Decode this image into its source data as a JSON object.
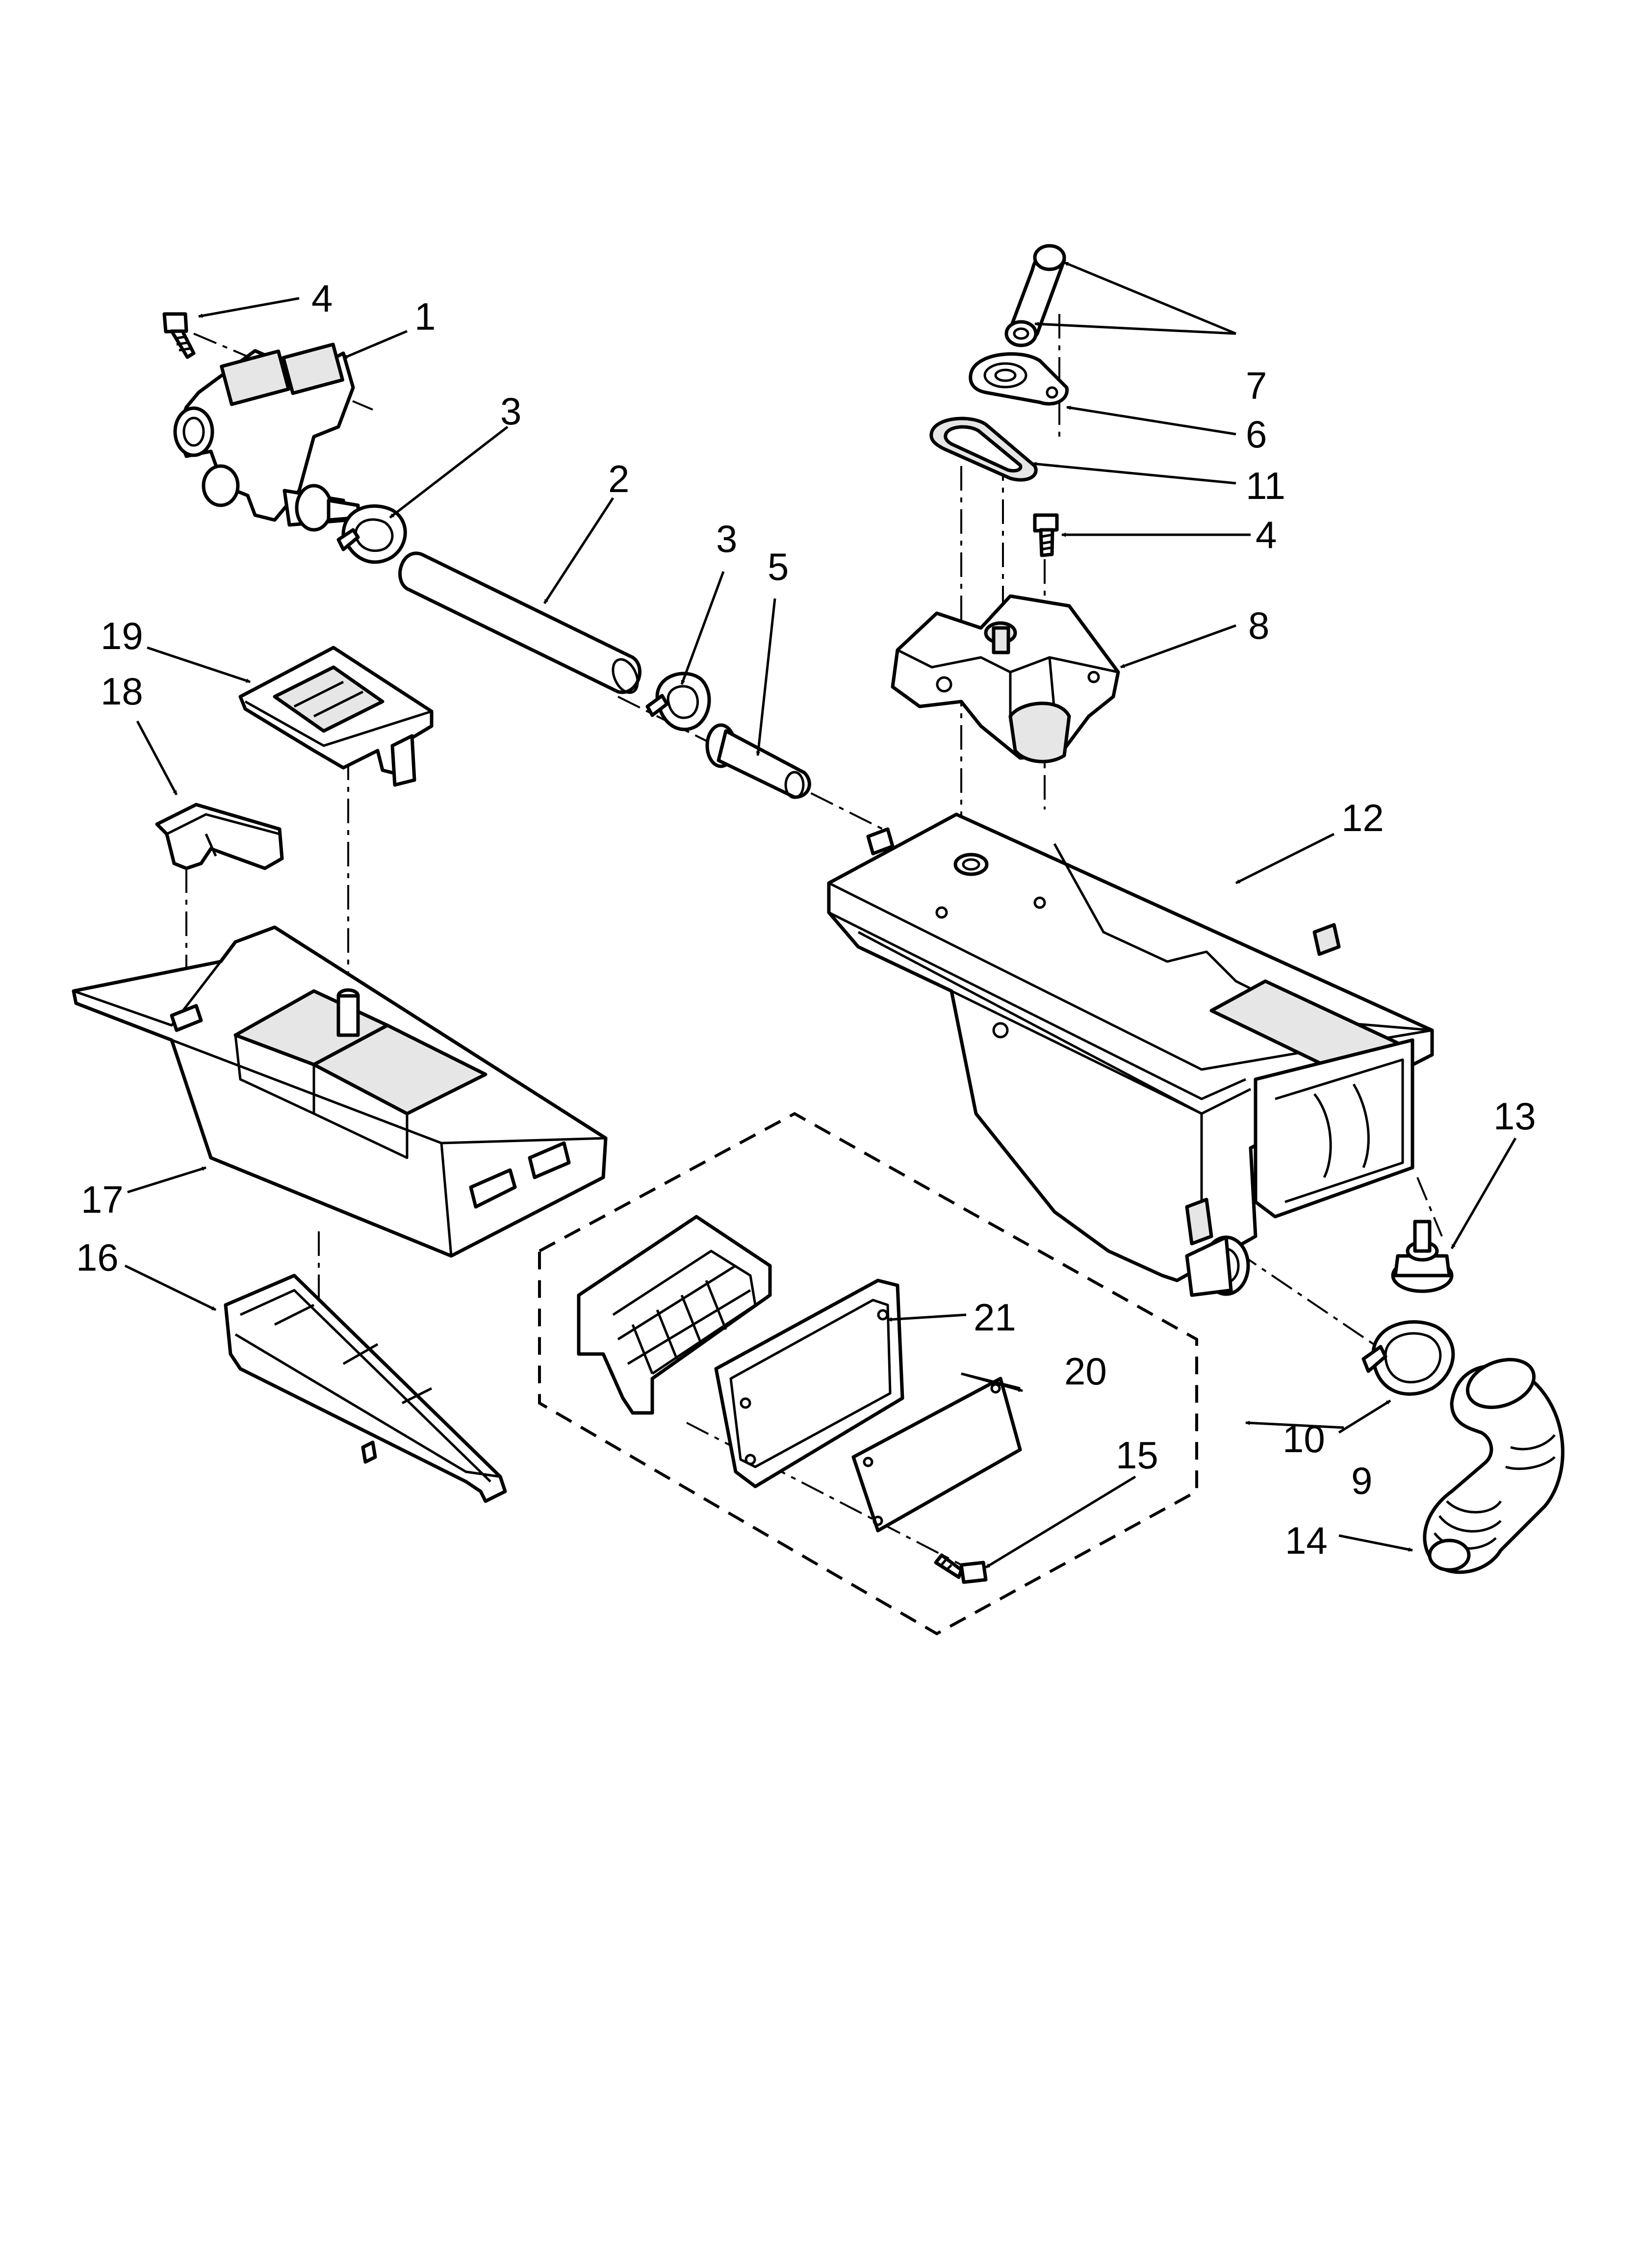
{
  "diagram": {
    "callouts": [
      {
        "id": "c4a",
        "label": "4"
      },
      {
        "id": "c1",
        "label": "1"
      },
      {
        "id": "c3a",
        "label": "3"
      },
      {
        "id": "c2",
        "label": "2"
      },
      {
        "id": "c3b",
        "label": "3"
      },
      {
        "id": "c5",
        "label": "5"
      },
      {
        "id": "c7",
        "label": "7"
      },
      {
        "id": "c6",
        "label": "6"
      },
      {
        "id": "c11",
        "label": "11"
      },
      {
        "id": "c4b",
        "label": "4"
      },
      {
        "id": "c8",
        "label": "8"
      },
      {
        "id": "c12",
        "label": "12"
      },
      {
        "id": "c19",
        "label": "19"
      },
      {
        "id": "c18",
        "label": "18"
      },
      {
        "id": "c17",
        "label": "17"
      },
      {
        "id": "c16",
        "label": "16"
      },
      {
        "id": "c13",
        "label": "13"
      },
      {
        "id": "c21",
        "label": "21"
      },
      {
        "id": "c20",
        "label": "20"
      },
      {
        "id": "c15",
        "label": "15"
      },
      {
        "id": "c10",
        "label": "10"
      },
      {
        "id": "c9",
        "label": "9"
      },
      {
        "id": "c14",
        "label": "14"
      }
    ]
  }
}
